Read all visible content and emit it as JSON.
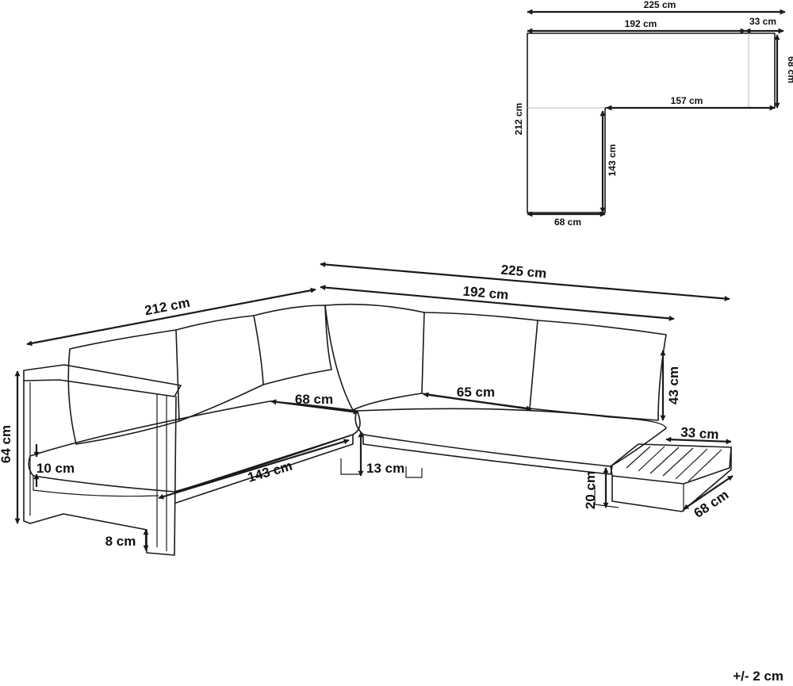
{
  "plan_view": {
    "total_width": "225 cm",
    "back_width": "192 cm",
    "side_table_width": "33 cm",
    "side_table_depth": "68 cm",
    "inner_length": "157 cm",
    "total_length": "212 cm",
    "chaise_length": "143 cm",
    "chaise_width": "68 cm"
  },
  "perspective_view": {
    "left_length": "212 cm",
    "total_width": "225 cm",
    "back_width": "192 cm",
    "seat_depth": "68 cm",
    "cushion_width": "65 cm",
    "backrest_height": "43 cm",
    "table_width": "33 cm",
    "table_depth": "68 cm",
    "table_height": "20 cm",
    "total_height": "64 cm",
    "cushion_thickness": "10 cm",
    "chaise_length": "143 cm",
    "base_height": "13 cm",
    "leg_height": "8 cm"
  },
  "tolerance": "+/- 2 cm"
}
